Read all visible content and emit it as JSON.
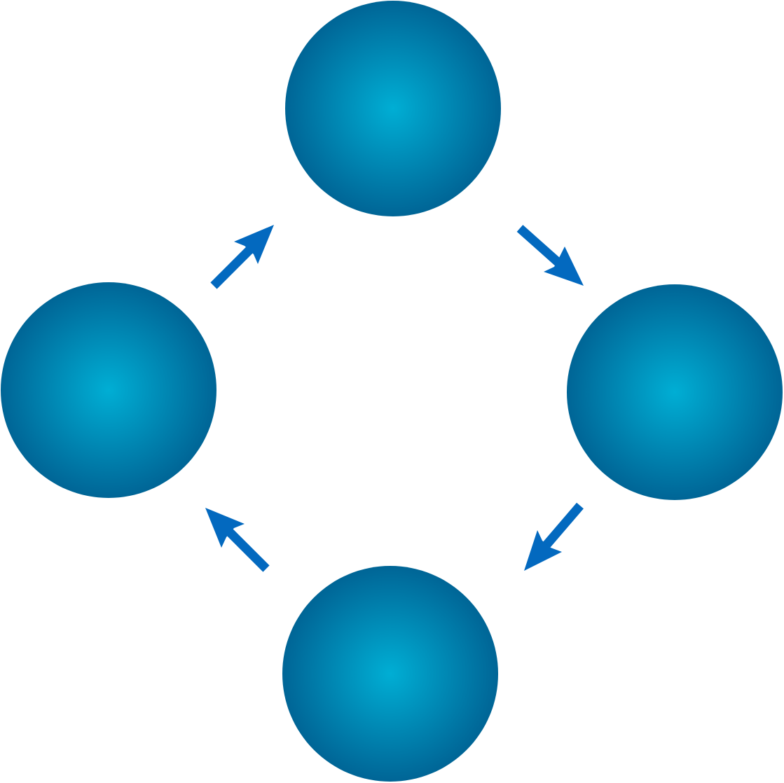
{
  "diagram": {
    "type": "cycle",
    "direction": "clockwise",
    "colors": {
      "node_center": "#00AED4",
      "node_edge": "#006596",
      "arrow": "#0369BF",
      "background": "#FFFFFF"
    },
    "nodes": [
      {
        "id": "top",
        "label": ""
      },
      {
        "id": "right",
        "label": ""
      },
      {
        "id": "bottom",
        "label": ""
      },
      {
        "id": "left",
        "label": ""
      }
    ],
    "edges": [
      {
        "from": "top",
        "to": "right"
      },
      {
        "from": "right",
        "to": "bottom"
      },
      {
        "from": "bottom",
        "to": "left"
      },
      {
        "from": "left",
        "to": "top"
      }
    ]
  }
}
